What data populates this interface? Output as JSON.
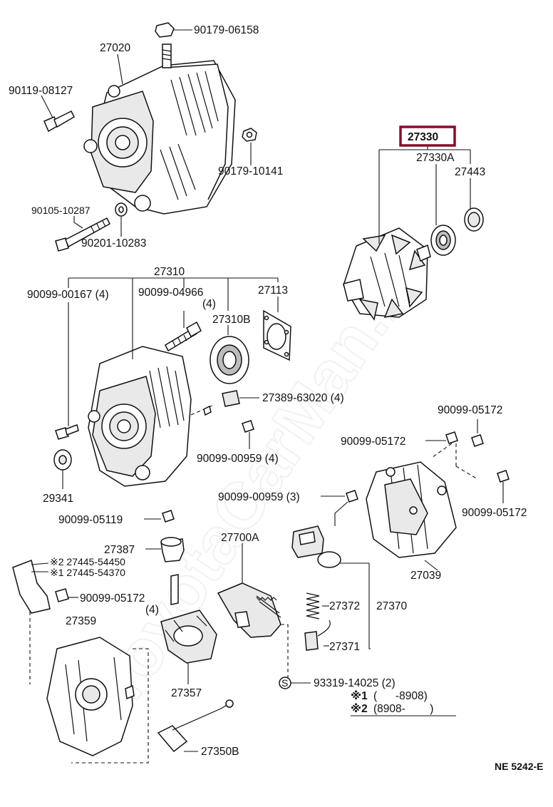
{
  "diagram": {
    "watermark": "ToyotaCarMan.ru",
    "figure_code": "NE 5242-E",
    "highlight": "27330",
    "labels": {
      "p90179_06158": "90179-06158",
      "p27020": "27020",
      "p90119_08127": "90119-08127",
      "p90179_10141": "90179-10141",
      "p90105_10287": "90105-10287",
      "p90201_10283": "90201-10283",
      "p27330": "27330",
      "p27330A": "27330A",
      "p27443": "27443",
      "p27310": "27310",
      "p90099_00167": "90099-00167 (4)",
      "p90099_04966": "90099-04966",
      "p90099_04966_qty": "(4)",
      "p27113": "27113",
      "p27310B": "27310B",
      "p27389": "27389-63020 (4)",
      "p90099_05172_a": "90099-05172",
      "p90099_05172_b": "90099-05172",
      "p90099_00959_a": "90099-00959 (4)",
      "p29341": "29341",
      "p90099_00959_b": "90099-00959 (3)",
      "p90099_05172_c": "90099-05172",
      "p90099_05119": "90099-05119",
      "p27700A": "27700A",
      "p27039": "27039",
      "p27387": "27387",
      "p27445_54450": "※2 27445-54450",
      "p27445_54370": "※1 27445-54370",
      "p90099_05172_d": "90099-05172",
      "p90099_05172_d_qty": "(4)",
      "p27359": "27359",
      "p27372": "27372",
      "p27370": "27370",
      "p27371": "27371",
      "p27357": "27357",
      "p93319": "93319-14025 (2)",
      "p27350B": "27350B"
    },
    "footnotes": {
      "n1_mark": "※1",
      "n1_text": "(      -8908)",
      "n2_mark": "※2",
      "n2_text": "(8908-        )"
    }
  }
}
